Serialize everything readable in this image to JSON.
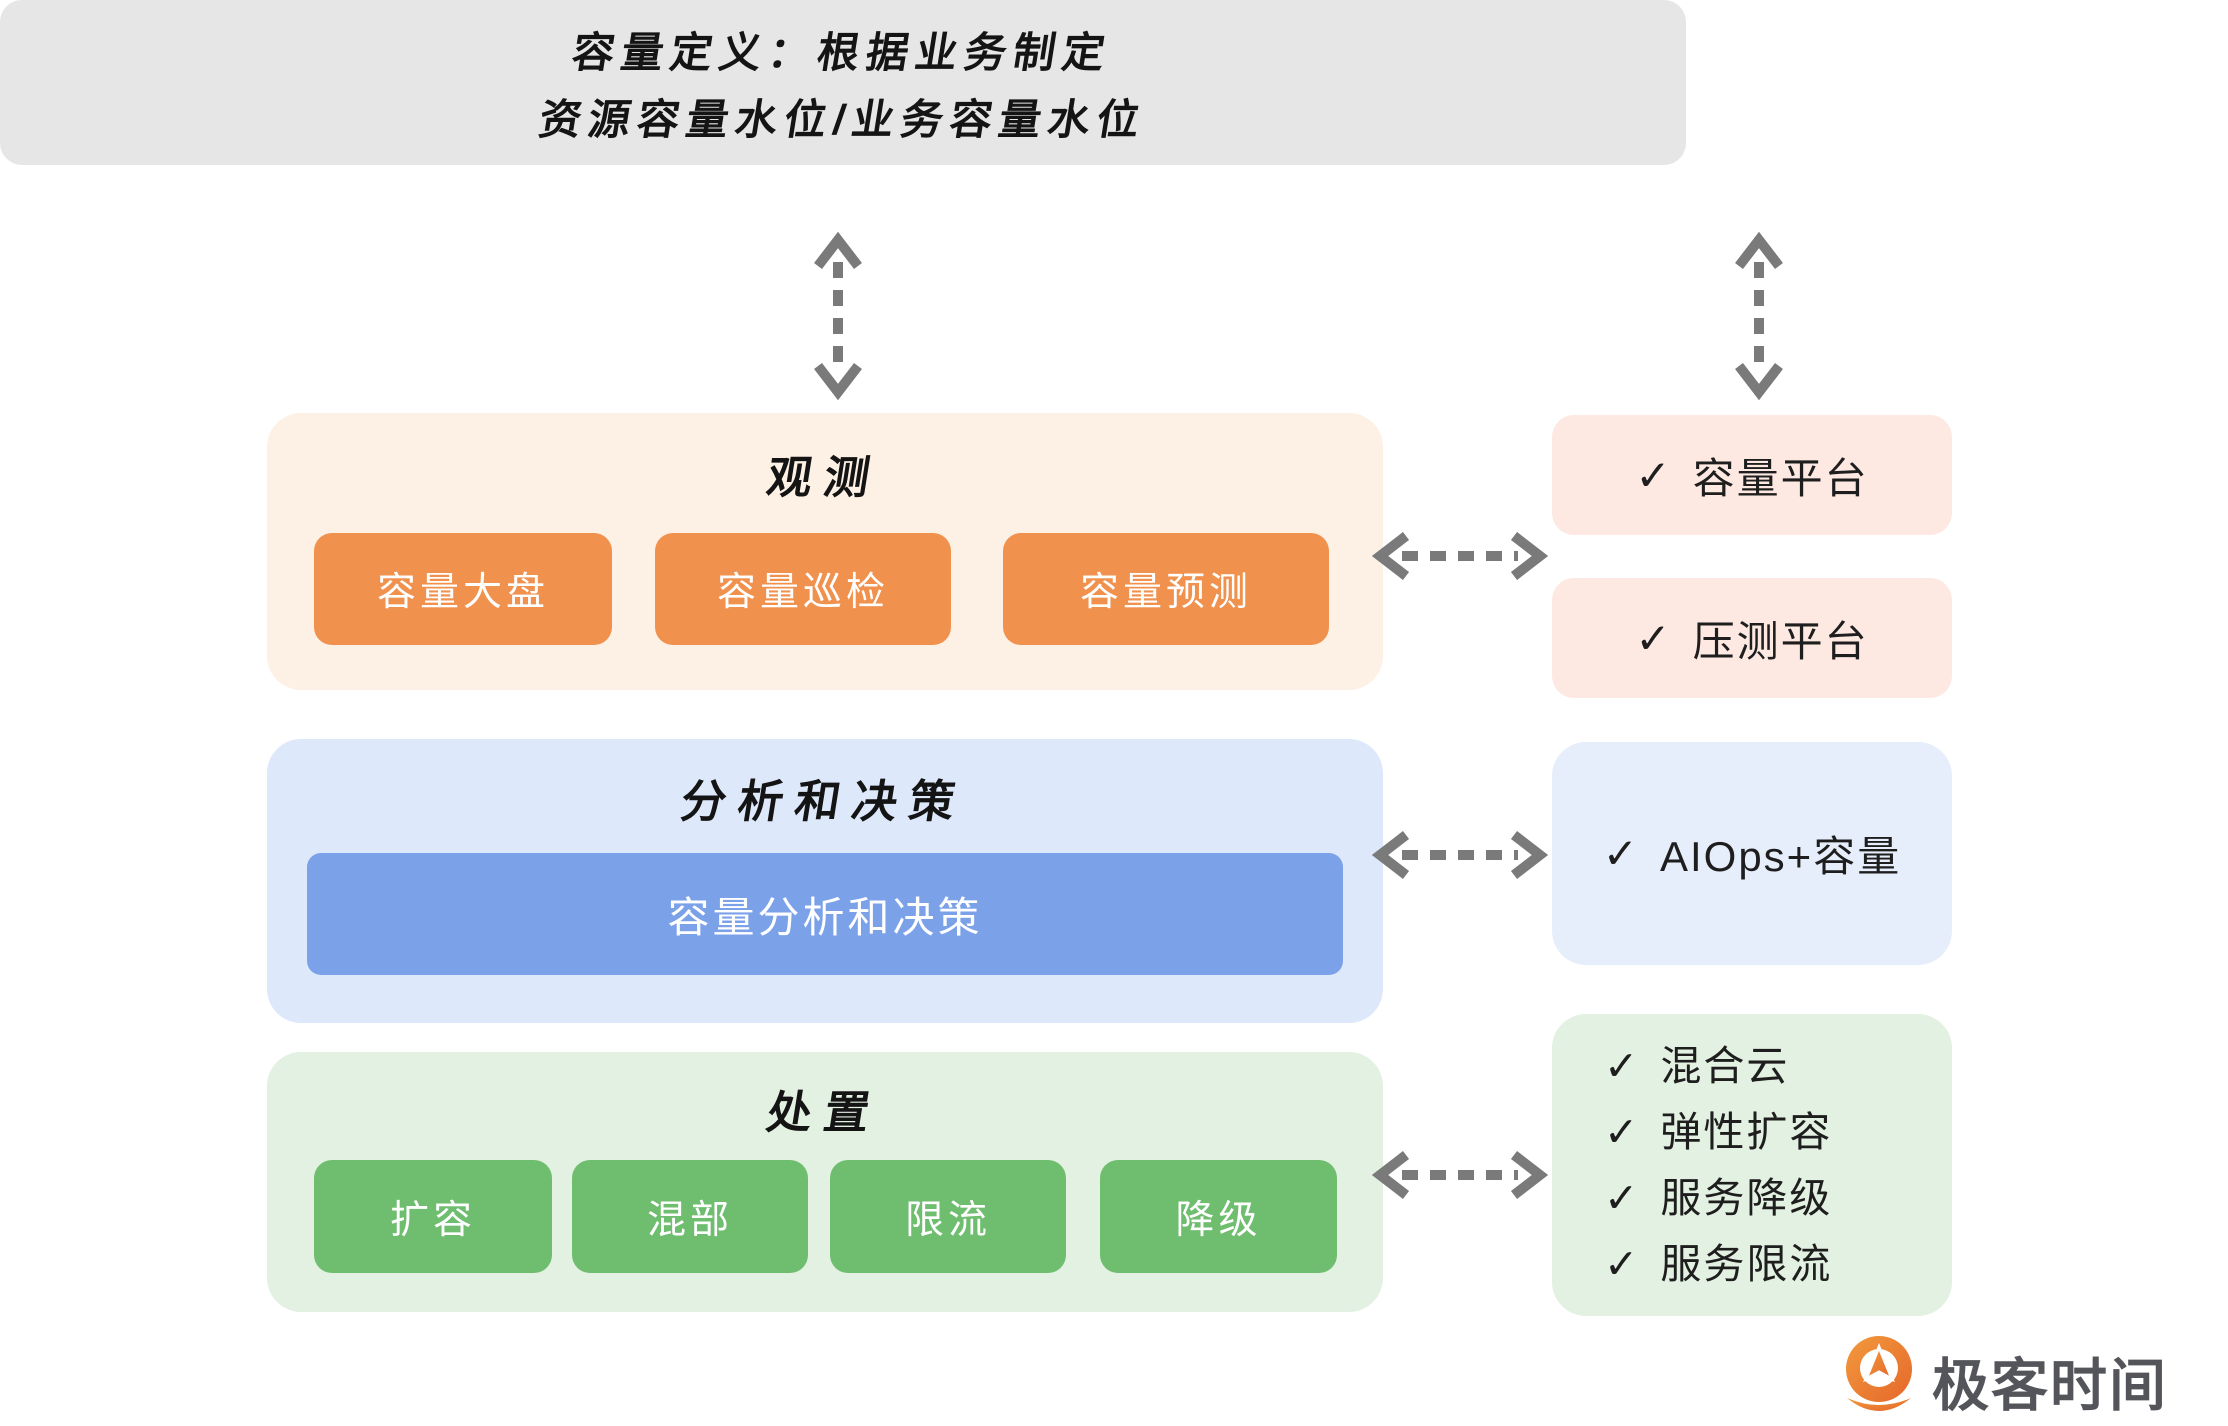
{
  "title": {
    "line1": "容量定义：根据业务制定",
    "line2": "资源容量水位/业务容量水位"
  },
  "observe": {
    "header": "观测",
    "nodes": [
      "容量大盘",
      "容量巡检",
      "容量预测"
    ]
  },
  "analyze": {
    "header": "分析和决策",
    "node": "容量分析和决策"
  },
  "handle": {
    "header": "处置",
    "nodes": [
      "扩容",
      "混部",
      "限流",
      "降级"
    ]
  },
  "platforms": {
    "row1": [
      "容量平台",
      "压测平台"
    ],
    "row2": [
      "AIOps+容量"
    ],
    "row3": [
      "混合云",
      "弹性扩容",
      "服务降级",
      "服务限流"
    ]
  },
  "icons": {
    "check": "✓"
  },
  "logo": {
    "text": "极客时间"
  },
  "colors": {
    "title_box": "#E6E6E6",
    "observe_panel": "#FDF0E5",
    "observe_node": "#F0914E",
    "analyze_panel": "#DEE8FB",
    "analyze_node": "#7BA1E9",
    "handle_panel": "#E3F1E2",
    "handle_node": "#6FBD6F",
    "side_peach": "#FDE9E2",
    "side_blue": "#E7EEFB",
    "side_green": "#E3F1E2",
    "arrow": "#7A7A7A",
    "logo_orange": "#E8742C",
    "logo_text": "#54555A"
  }
}
